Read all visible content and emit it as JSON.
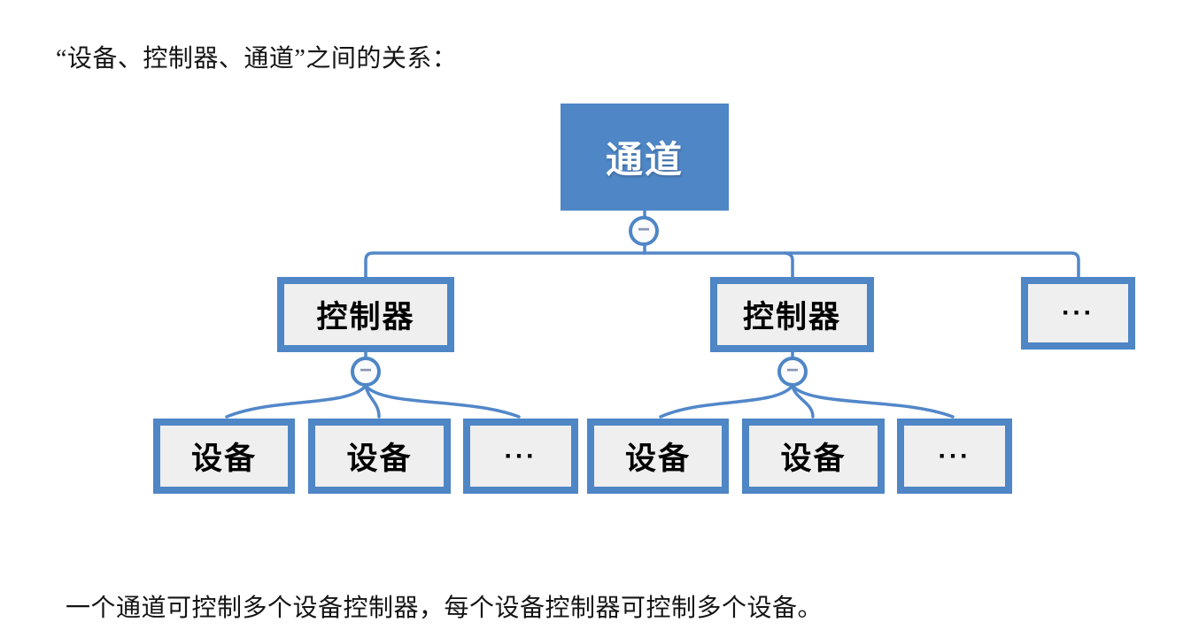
{
  "document": {
    "intro_text": "“设备、控制器、通道”之间的关系：",
    "footer_text": "一个通道可控制多个设备控制器，每个设备控制器可控制多个设备。"
  },
  "diagram": {
    "root_label": "通道",
    "controllers": [
      "控制器",
      "控制器",
      "..."
    ],
    "devices_left": [
      "设备",
      "设备",
      "..."
    ],
    "devices_right": [
      "设备",
      "设备",
      "..."
    ],
    "collapse_glyph": "−",
    "colors": {
      "accent_blue": "#4e86c6",
      "line_blue": "#5287c9",
      "node_fill_gray": "#efefef",
      "minus_gray": "#8a95b5",
      "root_text": "#ffffff",
      "body_text": "#141414"
    }
  }
}
